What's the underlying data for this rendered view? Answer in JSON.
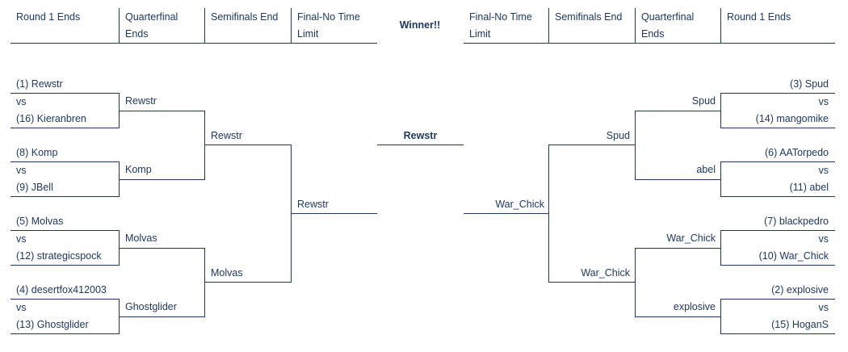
{
  "headers": {
    "left": [
      "Round 1 Ends",
      "Quarterfinal Ends",
      "Semifinals End",
      "Final-No Time Limit"
    ],
    "center": "Winner!!",
    "right": [
      "Final-No Time Limit",
      "Semifinals End",
      "Quarterfinal Ends",
      "Round 1 Ends"
    ]
  },
  "left": {
    "r1": [
      {
        "top": "(1) Rewstr",
        "vs": "vs",
        "bottom": "(16) Kieranbren"
      },
      {
        "top": "(8) Komp",
        "vs": "vs",
        "bottom": "(9) JBell"
      },
      {
        "top": "(5) Molvas",
        "vs": "vs",
        "bottom": "(12) strategicspock"
      },
      {
        "top": "(4) desertfox412003",
        "vs": "vs",
        "bottom": "(13) Ghostglider"
      }
    ],
    "qf": [
      "Rewstr",
      "Komp",
      "Molvas",
      "Ghostglider"
    ],
    "sf": [
      "Rewstr",
      "Molvas"
    ],
    "final": "Rewstr"
  },
  "right": {
    "r1": [
      {
        "top": "(3) Spud",
        "vs": "vs",
        "bottom": "(14) mangomike"
      },
      {
        "top": "(6) AATorpedo",
        "vs": "vs",
        "bottom": "(11) abel"
      },
      {
        "top": "(7) blackpedro",
        "vs": "vs",
        "bottom": "(10) War_Chick"
      },
      {
        "top": "(2) explosive",
        "vs": "vs",
        "bottom": "(15) HoganS"
      }
    ],
    "qf": [
      "Spud",
      "abel",
      "War_Chick",
      "explosive"
    ],
    "sf": [
      "Spud",
      "War_Chick"
    ],
    "final": "War_Chick"
  },
  "winner": "Rewstr"
}
